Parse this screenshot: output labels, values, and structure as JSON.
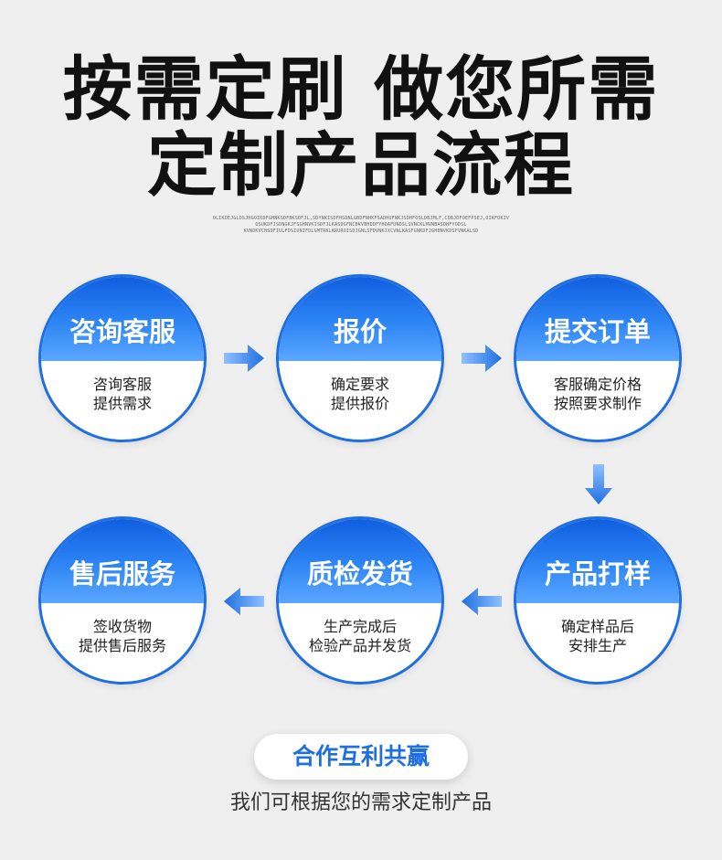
{
  "header": {
    "title_line1": "按需定刷 做您所需",
    "title_line2": "定制产品流程",
    "fine_print": [
      "OLIKDEJGLDSJHGOIKDFGHNKSDFBKSDFJL,SDYNKISDFHSDNLGBDFNHKFSADHUFNKJSDHFOSLDBJMLF,CDBJDFOEFPSEJ,OIKFDKIV",
      "OSUKDFJSDNGKJFSGHNVKISDFJLKASDGFNCBKVBHDDFYHOAFUNDSLSVNCKLMVNBASDHFYODSL",
      "KVNDKVCHSDFIULFDSIUNIFDLGMTRKLKRUROISDJGNLSFDVNKJXCVNLKASFGNKDFJGHBNVKDSFVNKALSD"
    ]
  },
  "steps": [
    {
      "title": "咨询客服",
      "line1": "咨询客服",
      "line2": "提供需求"
    },
    {
      "title": "报价",
      "line1": "确定要求",
      "line2": "提供报价"
    },
    {
      "title": "提交订单",
      "line1": "客服确定价格",
      "line2": "按照要求制作"
    },
    {
      "title": "产品打样",
      "line1": "确定样品后",
      "line2": "安排生产"
    },
    {
      "title": "质检发货",
      "line1": "生产完成后",
      "line2": "检验产品并发货"
    },
    {
      "title": "售后服务",
      "line1": "签收货物",
      "line2": "提供售后服务"
    }
  ],
  "footer": {
    "badge": "合作互利共赢",
    "text": "我们可根据您的需求定制产品"
  },
  "colors": {
    "accent": "#1f6fe0",
    "background": "#efefef"
  },
  "icons": [
    "arrow-right-icon",
    "arrow-down-icon",
    "arrow-left-icon"
  ]
}
